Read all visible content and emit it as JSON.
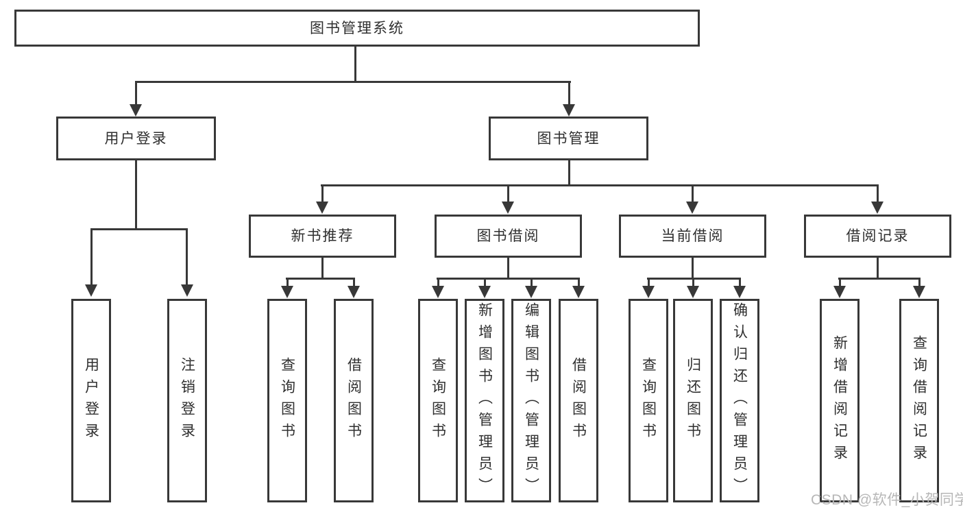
{
  "diagram": {
    "title": "图书管理系统",
    "level2": [
      "用户登录",
      "图书管理"
    ],
    "level3": [
      "新书推荐",
      "图书借阅",
      "当前借阅",
      "借阅记录"
    ],
    "leaves": {
      "user_login": [
        "用户登录",
        "注销登录"
      ],
      "new_book": [
        "查询图书",
        "借阅图书"
      ],
      "book_borrow": [
        "查询图书",
        "新增图书（管理员）",
        "编辑图书（管理员）",
        "借阅图书"
      ],
      "current_borrow": [
        "查询图书",
        "归还图书",
        "确认归还（管理员）"
      ],
      "borrow_record": [
        "新增借阅记录",
        "查询借阅记录"
      ]
    },
    "watermark": "CSDN @软件_小贺同学",
    "colors": {
      "line": "#383838",
      "text": "#2f2f2f",
      "watermark": "#b7b7b7",
      "background": "#ffffff"
    }
  }
}
